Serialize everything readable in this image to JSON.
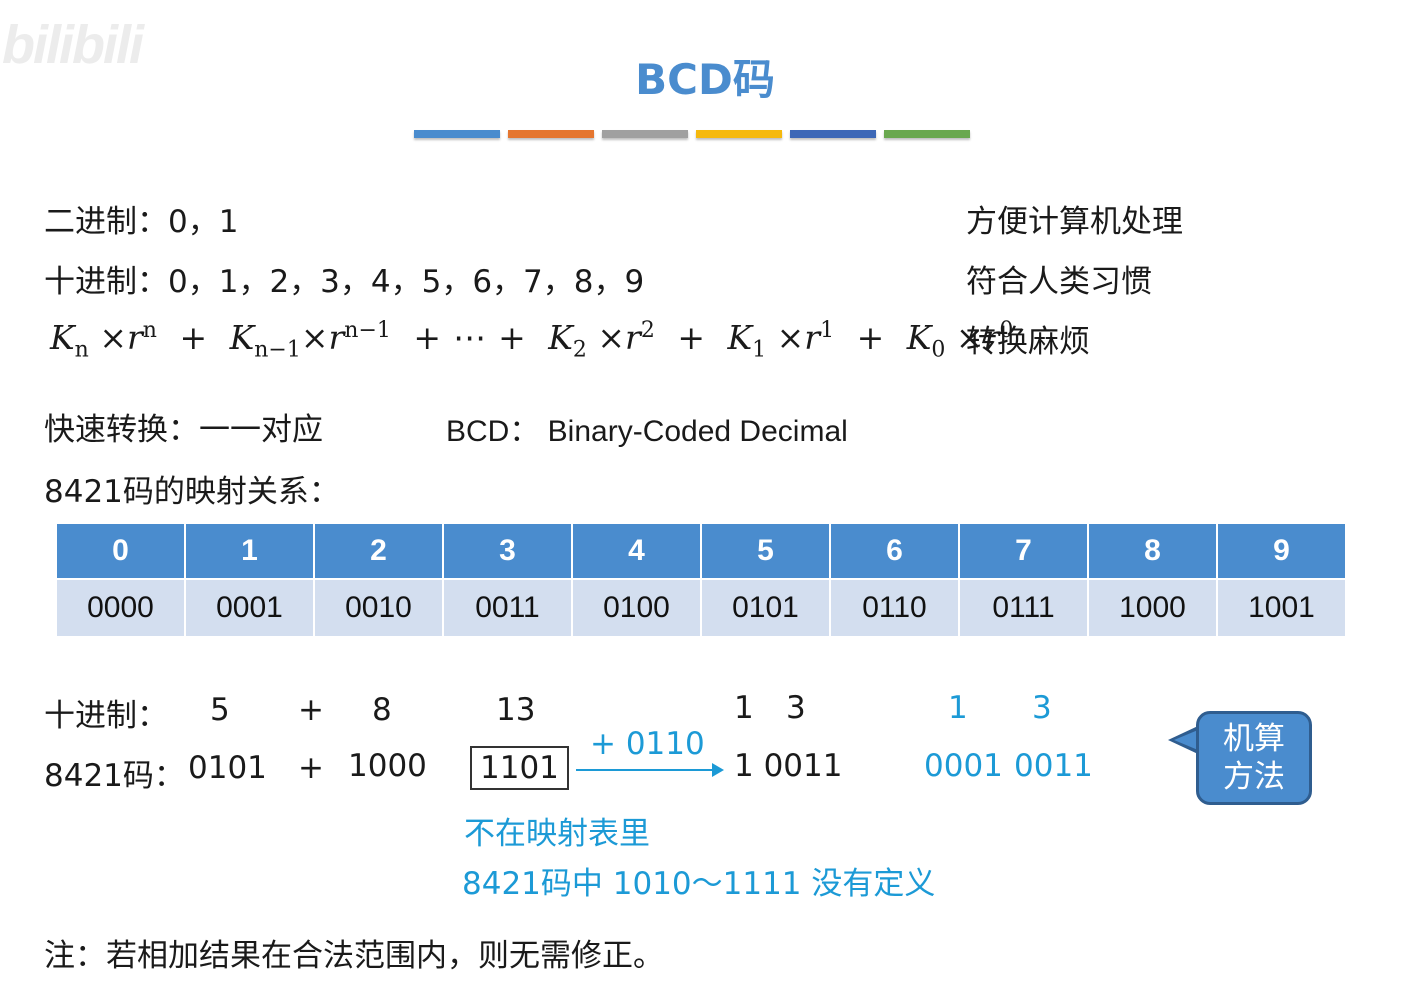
{
  "watermark": "bilibili",
  "title": "BCD码",
  "divider_colors": [
    "#4a8cce",
    "#e5762f",
    "#a0a0a0",
    "#f5b90e",
    "#3d68b7",
    "#6aa84f"
  ],
  "lines": {
    "binary": "二进制：0，1",
    "decimal": "十进制：0，1，2，3，4，5，6，7，8，9",
    "fast": "快速转换：一一对应",
    "bcd_def": "BCD： Binary-Coded Decimal",
    "mapping": "8421码的映射关系："
  },
  "formula": {
    "K": "K",
    "r": "r",
    "times": "×",
    "plus": "+",
    "ellipsis": "⋯",
    "sub_n": "n",
    "sub_n1": "n−1",
    "sub_2": "2",
    "sub_1": "1",
    "sub_0": "0",
    "sup_n": "n",
    "sup_n1": "n−1",
    "sup_2": "2",
    "sup_1": "1",
    "sup_0": "0"
  },
  "notes_right": [
    "方便计算机处理",
    "符合人类习惯",
    "转换麻烦"
  ],
  "table": {
    "digits": [
      "0",
      "1",
      "2",
      "3",
      "4",
      "5",
      "6",
      "7",
      "8",
      "9"
    ],
    "codes": [
      "0000",
      "0001",
      "0010",
      "0011",
      "0100",
      "0101",
      "0110",
      "0111",
      "1000",
      "1001"
    ]
  },
  "example": {
    "dec_label": "十进制：",
    "dec_a": "5",
    "plus": "+",
    "dec_b": "8",
    "dec_sum": "13",
    "dec_split_1": "1",
    "dec_split_3": "3",
    "code_label": "8421码：",
    "code_a": "0101",
    "code_b": "1000",
    "code_sum": "1101",
    "correction": "+ 0110",
    "corrected": "1 0011",
    "bcd_digit_1": "1",
    "bcd_digit_3": "3",
    "bcd_code_1": "0001",
    "bcd_code_3": "0011",
    "not_in_table": "不在映射表里",
    "undefined_range": "8421码中 1010～1111 没有定义"
  },
  "callout": {
    "line1": "机算",
    "line2": "方法"
  },
  "note": "注：若相加结果在合法范围内，则无需修正。"
}
